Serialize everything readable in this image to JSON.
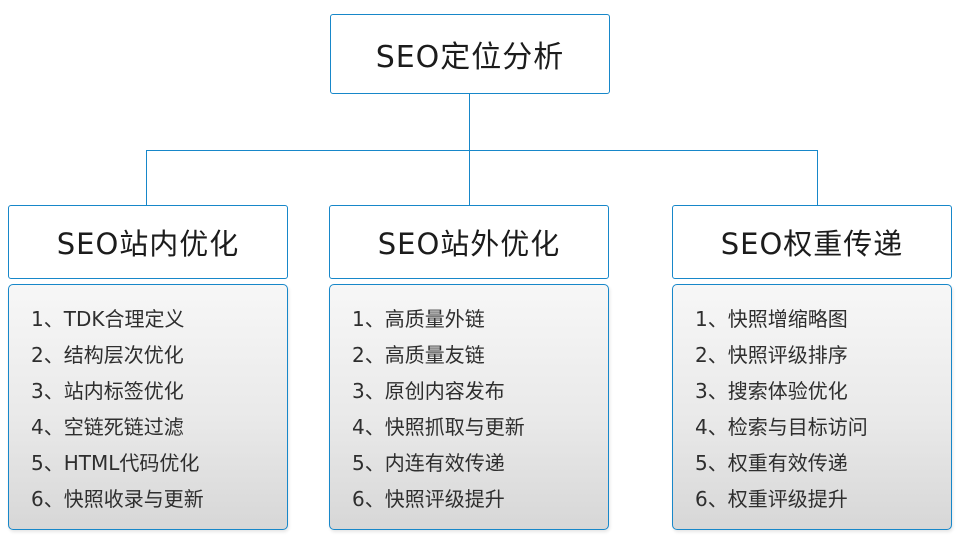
{
  "colors": {
    "accent_blue": "#1787c9",
    "panel_gradient_top": "#f7f7f7",
    "panel_gradient_bottom": "#d7d7d7"
  },
  "diagram": {
    "root": {
      "title": "SEO定位分析"
    },
    "columns": [
      {
        "title": "SEO站内优化",
        "items": [
          "1、TDK合理定义",
          "2、结构层次优化",
          "3、站内标签优化",
          "4、空链死链过滤",
          "5、HTML代码优化",
          "6、快照收录与更新"
        ]
      },
      {
        "title": "SEO站外优化",
        "items": [
          "1、高质量外链",
          "2、高质量友链",
          "3、原创内容发布",
          "4、快照抓取与更新",
          "5、内连有效传递",
          "6、快照评级提升"
        ]
      },
      {
        "title": "SEO权重传递",
        "items": [
          "1、快照增缩略图",
          "2、快照评级排序",
          "3、搜索体验优化",
          "4、检索与目标访问",
          "5、权重有效传递",
          "6、权重评级提升"
        ]
      }
    ]
  }
}
